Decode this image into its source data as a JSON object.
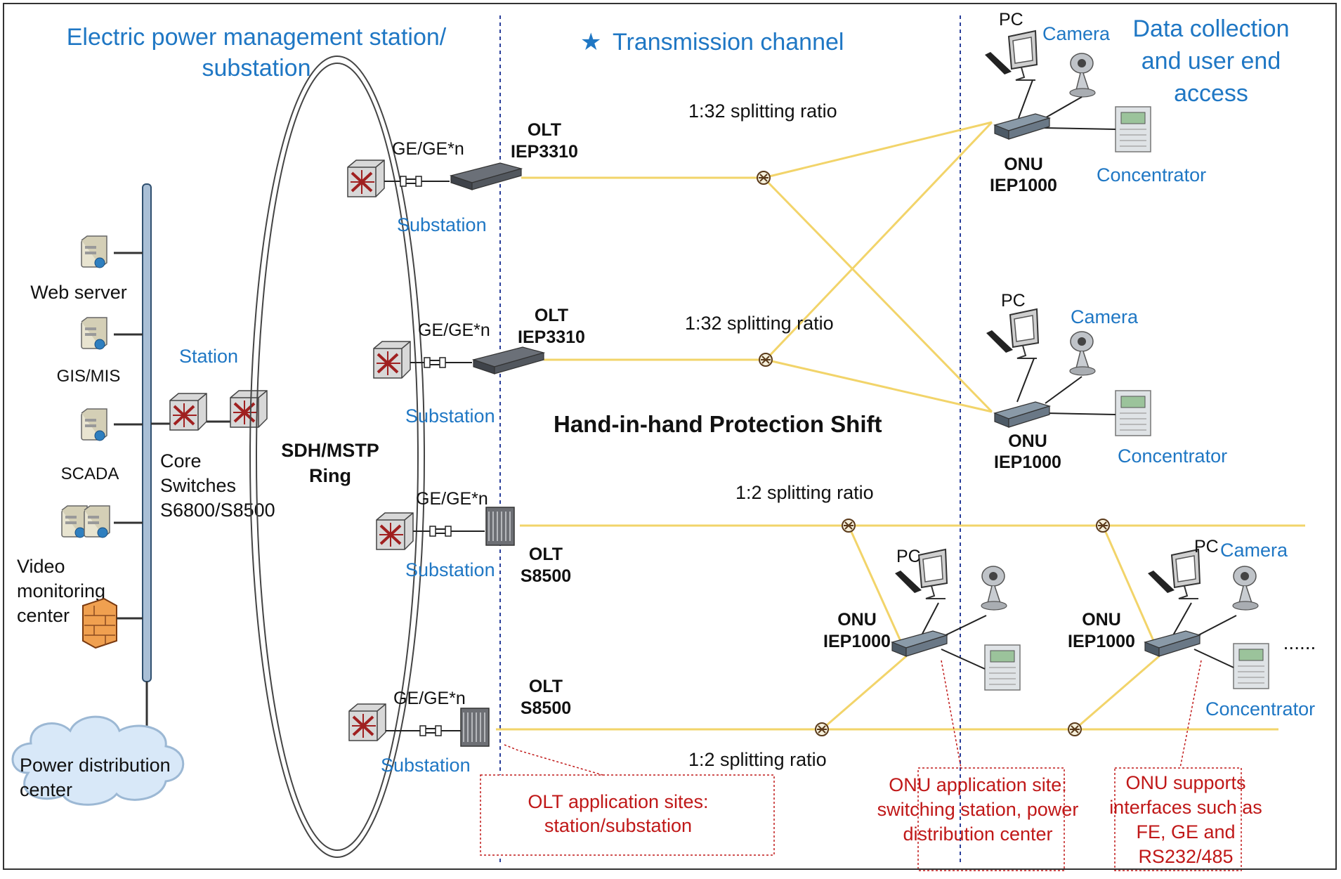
{
  "sections": {
    "left_title": [
      "Electric power management station/",
      "substation"
    ],
    "middle_title": "Transmission channel",
    "middle_title_star": "★",
    "right_title": [
      "Data collection",
      "and user end",
      "access"
    ]
  },
  "station": {
    "servers": [
      "Web server",
      "GIS/MIS",
      "SCADA"
    ],
    "video_center": [
      "Video",
      "monitoring",
      "center"
    ],
    "station_label": "Station",
    "core_switches": [
      "Core",
      "Switches",
      "S6800/S8500"
    ],
    "ring": [
      "SDH/MSTP",
      "Ring"
    ],
    "power_center": [
      "Power  distribution",
      "center"
    ]
  },
  "links": {
    "ge_label": "GE/GE*n",
    "substation_label": "Substation"
  },
  "olts": [
    {
      "line1": "OLT",
      "line2": "IEP3310"
    },
    {
      "line1": "OLT",
      "line2": "IEP3310"
    },
    {
      "line1": "OLT",
      "line2": "S8500"
    },
    {
      "line1": "OLT",
      "line2": "S8500"
    }
  ],
  "splitting": {
    "r1": "1:32 splitting ratio",
    "r2": "1:32 splitting ratio",
    "r3": "1:2 splitting ratio",
    "r4": "1:2 splitting ratio"
  },
  "protection": "Hand-in-hand Protection Shift",
  "onu": {
    "line1": "ONU",
    "line2": "IEP1000"
  },
  "devices": {
    "pc": "PC",
    "camera": "Camera",
    "concentrator": "Concentrator"
  },
  "ellipsis": "......",
  "notes": {
    "olt_sites": [
      "OLT application sites:",
      "station/substation"
    ],
    "onu_sites": [
      "ONU application site:",
      "switching station, power",
      "distribution center"
    ],
    "onu_interfaces": [
      "ONU supports",
      "interfaces such as",
      "FE, GE and",
      "RS232/485"
    ]
  },
  "colors": {
    "fiber": "#f2d46a",
    "label_blue": "#1f77c4",
    "note_red": "#c01818"
  }
}
